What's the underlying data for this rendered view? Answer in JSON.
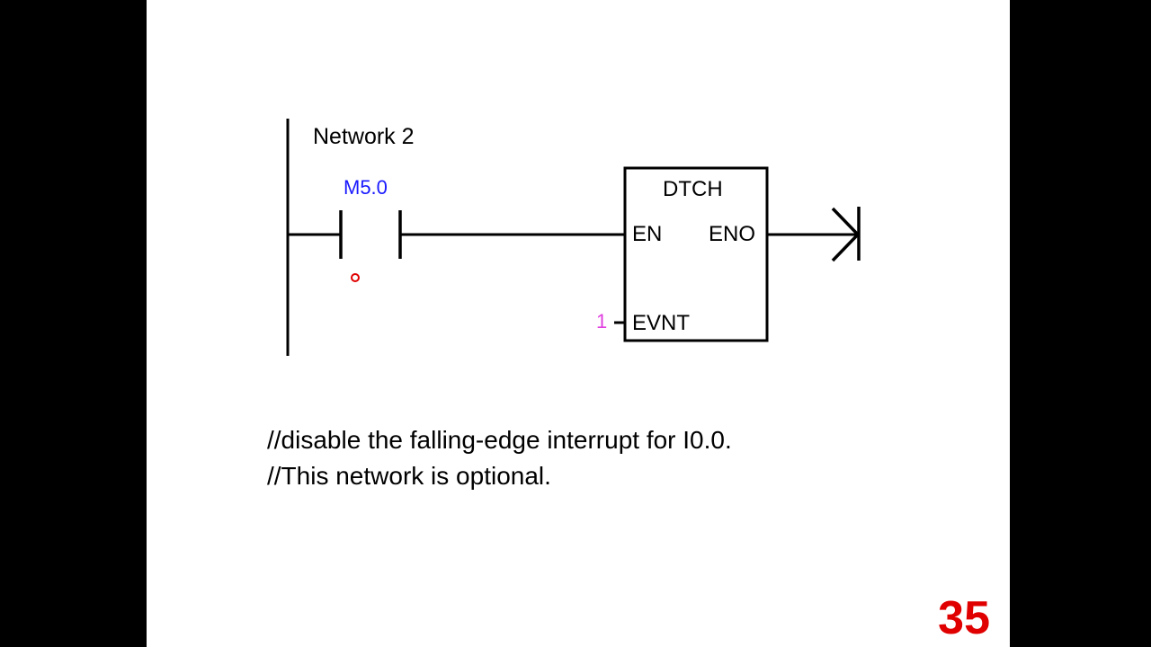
{
  "network": {
    "title": "Network 2"
  },
  "contact": {
    "label": "M5.0",
    "label_color": "#1a1aff"
  },
  "block": {
    "title": "DTCH",
    "pin_en": "EN",
    "pin_eno": "ENO",
    "pin_evnt": "EVNT",
    "evnt_value": "1",
    "value_color": "#e040e0"
  },
  "comments": [
    "//disable the falling-edge interrupt for I0.0.",
    "//This network is optional."
  ],
  "page_number": {
    "value": "35",
    "color": "#e00000"
  },
  "cursor": {
    "color": "#e00000"
  }
}
